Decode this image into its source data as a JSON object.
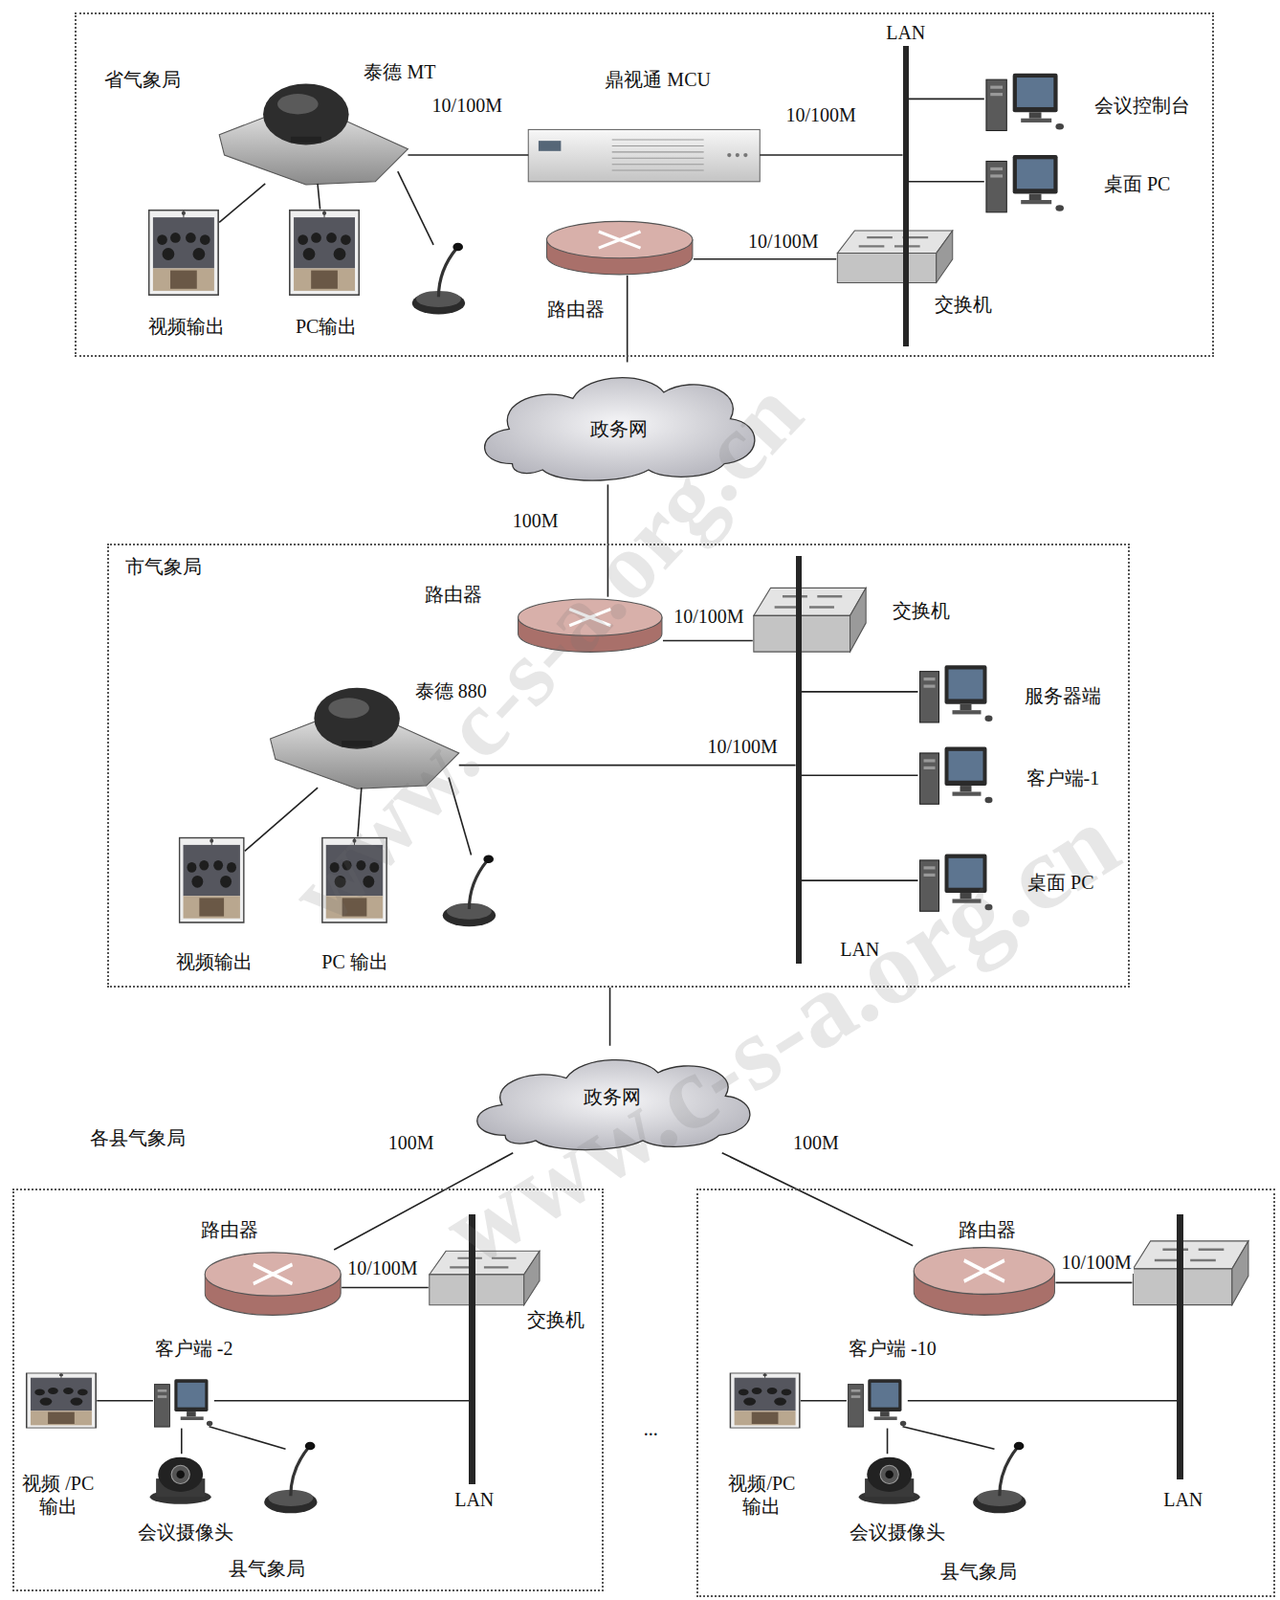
{
  "diagram": {
    "nodes": [
      {
        "text": [
          "省气象局"
        ]
      },
      {
        "text": [
          "泰德 MT"
        ],
        "in": 0
      },
      {
        "text": [
          "鼎视通 MCU"
        ],
        "in": 0
      },
      {
        "text": [
          "LAN"
        ],
        "in": 0
      },
      {
        "text": [
          "会议控制台"
        ],
        "in": 0
      },
      {
        "text": [
          "桌面 PC"
        ],
        "in": 0
      },
      {
        "text": [
          "视频输出"
        ],
        "in": 0
      },
      {
        "text": [
          "PC输出"
        ],
        "in": 0
      },
      {
        "text": [
          "路由器"
        ],
        "in": 0
      },
      {
        "text": [
          "交换机"
        ],
        "in": 0
      },
      {
        "text": [
          "政务网"
        ]
      },
      {
        "text": [
          "市气象局"
        ]
      },
      {
        "text": [
          "路由器"
        ],
        "in": 11
      },
      {
        "text": [
          "交换机"
        ],
        "in": 11
      },
      {
        "text": [
          "泰德 880"
        ],
        "in": 11
      },
      {
        "text": [
          "服务器端"
        ],
        "in": 11
      },
      {
        "text": [
          "客户端-1"
        ],
        "in": 11
      },
      {
        "text": [
          "桌面 PC"
        ],
        "in": 11
      },
      {
        "text": [
          "视频输出"
        ],
        "in": 11
      },
      {
        "text": [
          "PC 输出"
        ],
        "in": 11
      },
      {
        "text": [
          "LAN"
        ],
        "in": 11
      },
      {
        "text": [
          "政务网"
        ]
      },
      {
        "text": [
          "县气象局"
        ]
      },
      {
        "text": [
          "路由器"
        ],
        "in": 22
      },
      {
        "text": [
          "交换机"
        ],
        "in": 22
      },
      {
        "text": [
          "客户端 -2"
        ],
        "in": 22
      },
      {
        "text": [
          "LAN"
        ],
        "in": 22
      },
      {
        "text": [
          "视频 /PC 输出"
        ],
        "in": 22
      },
      {
        "text": [
          "会议摄像头"
        ],
        "in": 22
      },
      {
        "text": [
          "县气象局"
        ]
      },
      {
        "text": [
          "路由器"
        ],
        "in": 29
      },
      {
        "text": [
          "客户端 -10"
        ],
        "in": 29
      },
      {
        "text": [
          "LAN"
        ],
        "in": 29
      },
      {
        "text": [
          "视频/PC 输出"
        ],
        "in": 29
      },
      {
        "text": [
          "会议摄像头"
        ],
        "in": 29
      }
    ],
    "edges": [
      {
        "from": 1,
        "to": 2,
        "arrow": "none",
        "label": "10/100M"
      },
      {
        "from": 2,
        "to": 3,
        "arrow": "none",
        "label": "10/100M"
      },
      {
        "from": 3,
        "to": 4,
        "arrow": "none"
      },
      {
        "from": 3,
        "to": 5,
        "arrow": "none"
      },
      {
        "from": 1,
        "to": 6,
        "arrow": "none"
      },
      {
        "from": 1,
        "to": 7,
        "arrow": "none"
      },
      {
        "from": 8,
        "to": 9,
        "arrow": "none",
        "label": "10/100M"
      },
      {
        "from": 8,
        "to": 10,
        "arrow": "none"
      },
      {
        "from": 10,
        "to": 12,
        "arrow": "none",
        "label": "100M"
      },
      {
        "from": 12,
        "to": 13,
        "arrow": "none",
        "label": "10/100M"
      },
      {
        "from": 14,
        "to": 20,
        "arrow": "none",
        "label": "10/100M"
      },
      {
        "from": 20,
        "to": 15,
        "arrow": "none"
      },
      {
        "from": 20,
        "to": 16,
        "arrow": "none"
      },
      {
        "from": 20,
        "to": 17,
        "arrow": "none"
      },
      {
        "from": 14,
        "to": 18,
        "arrow": "none"
      },
      {
        "from": 14,
        "to": 19,
        "arrow": "none"
      },
      {
        "from": 11,
        "to": 21,
        "arrow": "none"
      },
      {
        "from": 21,
        "to": 23,
        "arrow": "none",
        "label": "100M"
      },
      {
        "from": 21,
        "to": 30,
        "arrow": "none",
        "label": "100M"
      },
      {
        "from": 23,
        "to": 24,
        "arrow": "none",
        "label": "10/100M"
      },
      {
        "from": 27,
        "to": 25,
        "arrow": "none"
      },
      {
        "from": 25,
        "to": 26,
        "arrow": "none"
      },
      {
        "from": 25,
        "to": 28,
        "arrow": "none"
      },
      {
        "from": 33,
        "to": 31,
        "arrow": "none"
      },
      {
        "from": 31,
        "to": 32,
        "arrow": "none"
      },
      {
        "from": 31,
        "to": 34,
        "arrow": "none"
      }
    ],
    "labels": [
      "各县气象局",
      "10/100M",
      "...",
      "www.c-s-a.org.cn",
      "www.c-s-a.org.cn"
    ]
  }
}
